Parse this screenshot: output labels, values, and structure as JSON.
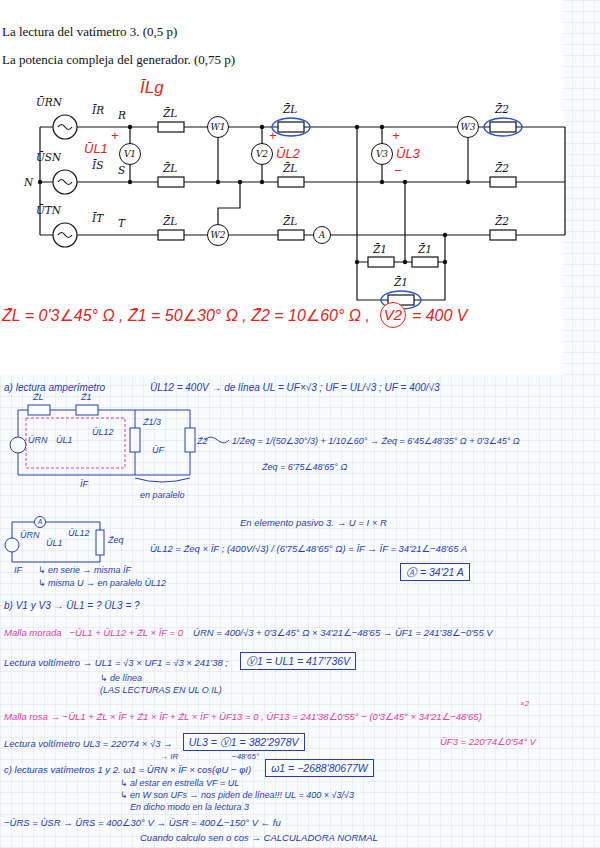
{
  "diagram": {
    "nodes": [
      {
        "text": [
          "W1"
        ]
      },
      {
        "text": [
          "W2"
        ]
      },
      {
        "text": [
          "W3"
        ]
      },
      {
        "text": [
          "V1"
        ]
      },
      {
        "text": [
          "V2"
        ]
      },
      {
        "text": [
          "V3"
        ]
      },
      {
        "text": [
          "A"
        ]
      },
      {
        "text": [
          "V2"
        ]
      },
      {
        "text": [
          "Ⓐ = 34'21 A"
        ]
      },
      {
        "text": [
          "Ⓥ1 = UL1 = 417'736V"
        ]
      },
      {
        "text": [
          "UL3 = Ⓥ1 = 382'2978V"
        ]
      },
      {
        "text": [
          "ω1 = −2688'80677W"
        ]
      },
      {
        "text": [
          "A"
        ]
      }
    ],
    "labels": [
      "La lectura del vatímetro 3. (0,5 p)",
      "La potencia compleja del generador. (0,75 p)",
      "ŪRN",
      "ĪR",
      "R",
      "ŪSN",
      "ĪS",
      "S",
      "ŪTN",
      "ĪT",
      "T",
      "N",
      "Z̄L",
      "Z̄L",
      "Z̄L",
      "Z̄L",
      "Z̄L",
      "Z̄L",
      "Z̄2",
      "Z̄2",
      "Z̄2",
      "Z̄1",
      "Z̄1",
      "Z̄1",
      "ĪLg",
      "ŪL1",
      "+",
      "ŪL2",
      "+",
      "ŪL3",
      "+",
      "−",
      "Z̄L = 0'3∠45° Ω ,  Z̄1 = 50∠30° Ω ,  Z̄2 = 10∠60° Ω ,",
      "= 400 V",
      "a) lectura amperímetro",
      "ŪL12 = 400V → de línea   UL = UF×√3 ;  UF = UL/√3 ;  UF = 400/√3",
      "Z̄L",
      "Z̄1",
      "ŪRN",
      "ŪL1",
      "ŪL12",
      "Z̄1/3",
      "ŪF",
      "Z̄2",
      "ĪF",
      "en paralelo",
      "1/Z̄eq = 1/(50∠30°/3) + 1/10∠60° → Z̄eq = 6'45∠48'35° Ω + 0'3∠45° Ω",
      "Z̄eq = 6'75∠48'65° Ω",
      "ŪRN",
      "ŪL1",
      "ŪL12",
      "Z̄eq",
      "IF",
      "↳ en serie → misma ĪF",
      "↳ misma U → en paralelo ŪL12",
      "En elemento pasivo 3. → U = I × R",
      "ŪL12 = Z̄eq × ĪF ;  (400V/√3) / (6'75∠48'65° Ω) = ĪF  →  ĪF = 34'21∠−48'65 A",
      "b) V1 y V3 → ŪL1 = ?  ŪL3 = ?",
      "Malla morada",
      "−ŪL1 + ŪL12 + Z̄L × ĪF = 0",
      "ŪRN = 400/√3 + 0'3∠45° Ω × 34'21∠−48'65 → ŪF1 = 241'38∠−0'55 V",
      "Lectura voltímetro → UL1 = √3 × UF1 = √3 × 241'38 ;",
      "↳ de línea",
      "(LAS LECTURAS EN UL O IL)",
      "Malla rosa → −ŪL1 + Z̄L × ĪF + Z̄1 × ĪF + Z̄L × ĪF + ŪF13 = 0 ,  ŪF13 = 241'38∠0'55° − (0'3∠45° × 34'21∠−48'65)",
      "×2",
      "Lectura voltímetro  UL3 = 220'74 × √3 →",
      "ŪF3 = 220'74∠0'54° V",
      "→ IR",
      "−48'65°",
      "c) lecturas vatímetros 1 y 2.   ω1 = ŪRN × ĪF × cos(φU − φI)",
      "↳ al estar en estrella VF = UL",
      "↳ en W son UFs → nos piden de línea!!!   UL = 400 × √3/√3",
      "En dicho modo en la lectura 3",
      "−ŪRS = ŪSR → ŪRS = 400∠30° V → ŪSR = 400∠−150° V ← fu",
      "Cuando calculo sen o cos → CALCULADORA NORMAL"
    ]
  }
}
